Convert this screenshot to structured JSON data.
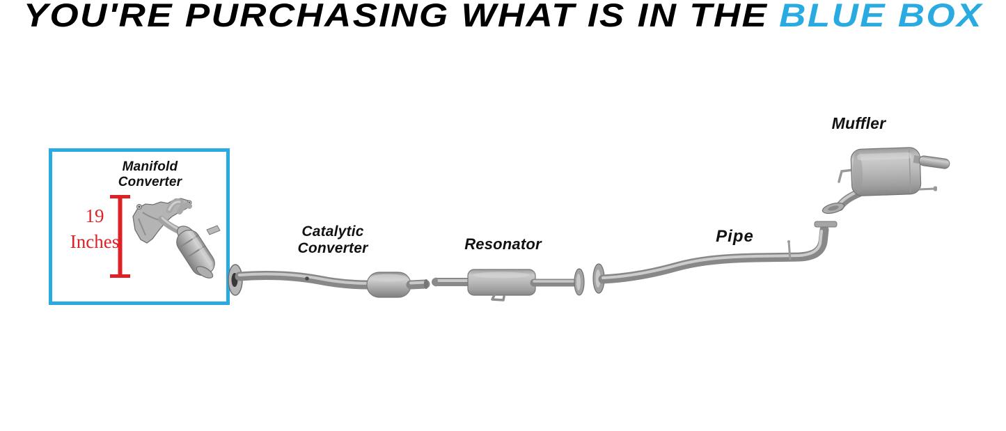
{
  "title": {
    "prefix": "YOU'RE PURCHASING WHAT IS IN THE",
    "highlight": "BLUE BOX"
  },
  "colors": {
    "title_black": "#000000",
    "highlight_blue": "#29ABE2",
    "box_border_blue": "#29ABE2",
    "measurement_red": "#DE2126",
    "part_gray": "#AFAFAF"
  },
  "highlighted_part": "Manifold Converter",
  "labels": {
    "manifold": {
      "line1": "Manifold",
      "line2": "Converter"
    },
    "catalytic": {
      "line1": "Catalytic",
      "line2": "Converter"
    },
    "resonator": "Resonator",
    "pipe": "Pipe",
    "muffler": "Muffler"
  },
  "measurement": {
    "value": "19",
    "unit": "Inches"
  }
}
